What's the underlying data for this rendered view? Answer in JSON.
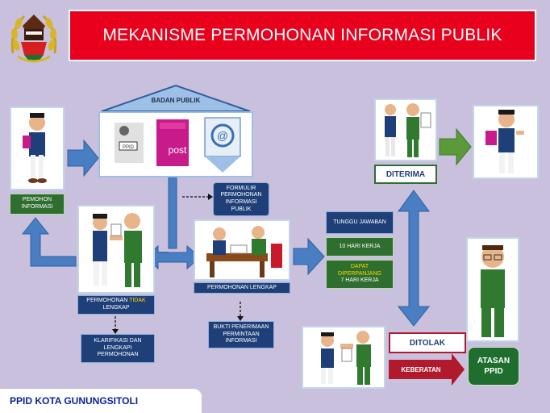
{
  "title": "MEKANISME PERMOHONAN INFORMASI PUBLIK",
  "footer": "PPID KOTA GUNUNGSITOLI",
  "badan_publik": "BADAN PUBLIK",
  "post_label": "post",
  "ppid_sign": "PPID",
  "pemohon_informasi": [
    "PEMOHON",
    "INFORMASI"
  ],
  "formulir": [
    "FORMULIR",
    "PERMOHONAN",
    "INFORMASI",
    "PUBLIK"
  ],
  "permohonan_tidak_lengkap": {
    "pre": "PERMOHONAN ",
    "emph": "TIDAK",
    "post": "LENGKAP"
  },
  "klarifikasi": [
    "KLARIFIKASI DAN",
    "LENGKAPI",
    "PERMOHONAN"
  ],
  "permohonan_lengkap": "PERMOHONAN LENGKAP",
  "bukti": [
    "BUKTI PENERIMAAN",
    "PERMINTAAN",
    "INFORMASI"
  ],
  "tunggu_jawaban": "TUNGGU JAWABAN",
  "hari_kerja": "10 HARI KERJA",
  "dapat": [
    "DAPAT",
    "DIPERPANJANG",
    "7 HARI KERJA"
  ],
  "diterima": "DITERIMA",
  "ditolak": "DITOLAK",
  "keberatan": "KEBERATAN",
  "atasan": [
    "ATASAN",
    "PPID"
  ],
  "colors": {
    "background": "#c9c0dd",
    "title_red": "#e8001c",
    "arrow_blue": "#4a7ec2",
    "arrow_green": "#5a9a3a",
    "box_dark": "#1f3f78",
    "box_green": "#2e6e2e"
  }
}
